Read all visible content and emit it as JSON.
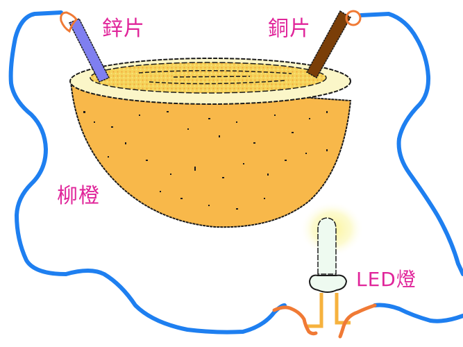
{
  "diagram": {
    "type": "fruit-battery-circuit",
    "labels": {
      "zinc_strip": "鋅片",
      "copper_strip": "銅片",
      "fruit": "柳橙",
      "led": "LED燈"
    },
    "colors": {
      "wire": "#1e7ff0",
      "wire_clip": "#f07a35",
      "zinc_strip": "#7f7ff0",
      "copper_strip": "#7a3e08",
      "fruit_peel": "#f8b84a",
      "fruit_rim": "#fbf6c8",
      "fruit_pulp": "#f5d35a",
      "led_glow": "#fbf28a",
      "led_body": "#eefaf0",
      "led_legs": "#f6b23e",
      "label_text": "#e0259a",
      "outline": "#1a1a1a"
    }
  }
}
